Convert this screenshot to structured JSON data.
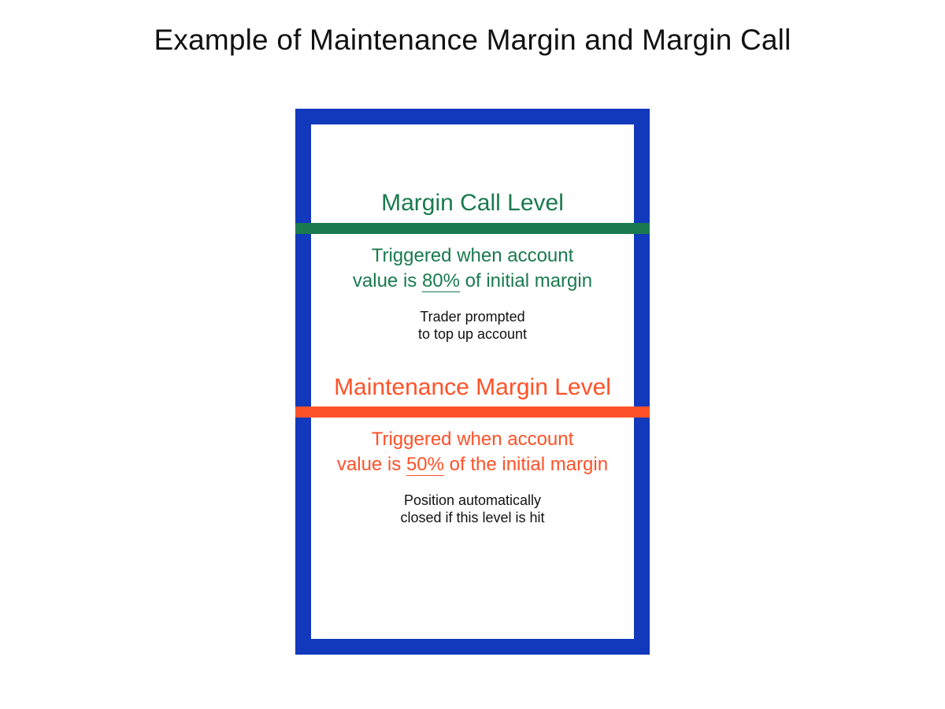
{
  "title": "Example of Maintenance Margin and Margin Call",
  "colors": {
    "frame": "#1239BC",
    "margin_call": "#1A7A4E",
    "maintenance": "#FF5128",
    "note": "#111111"
  },
  "margin_call": {
    "title": "Margin Call Level",
    "line1": "Triggered when account",
    "line2_prefix": "value is ",
    "percent": "80%",
    "line2_suffix": " of initial margin",
    "note_line1": "Trader prompted",
    "note_line2": "to top up account"
  },
  "maintenance": {
    "title": "Maintenance Margin Level",
    "line1": "Triggered when account",
    "line2_prefix": "value is ",
    "percent": "50%",
    "line2_suffix": " of the initial margin",
    "note_line1": "Position automatically",
    "note_line2": "closed if this level is hit"
  }
}
